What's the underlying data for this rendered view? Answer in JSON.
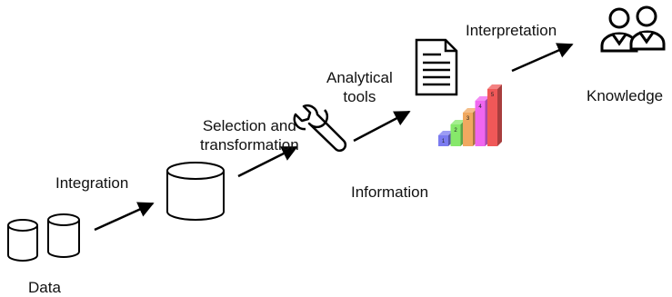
{
  "labels": {
    "data": "Data",
    "integration": "Integration",
    "selection_line1": "Selection and",
    "selection_line2": "transformation",
    "analytical_line1": "Analytical",
    "analytical_line2": "tools",
    "information": "Information",
    "interpretation": "Interpretation",
    "knowledge": "Knowledge"
  },
  "bar_labels": [
    "1",
    "2",
    "3",
    "4",
    "5"
  ],
  "icons": {
    "data": "database-pair-icon",
    "warehouse": "database-icon",
    "tool": "wrench-icon",
    "report": "document-icon",
    "chart": "3d-bar-chart-icon",
    "knowledge": "people-icon"
  },
  "colors": {
    "stroke": "#000000",
    "bars": [
      "#7b7bf0",
      "#86e86a",
      "#f0a860",
      "#f066f0",
      "#f05858"
    ]
  }
}
